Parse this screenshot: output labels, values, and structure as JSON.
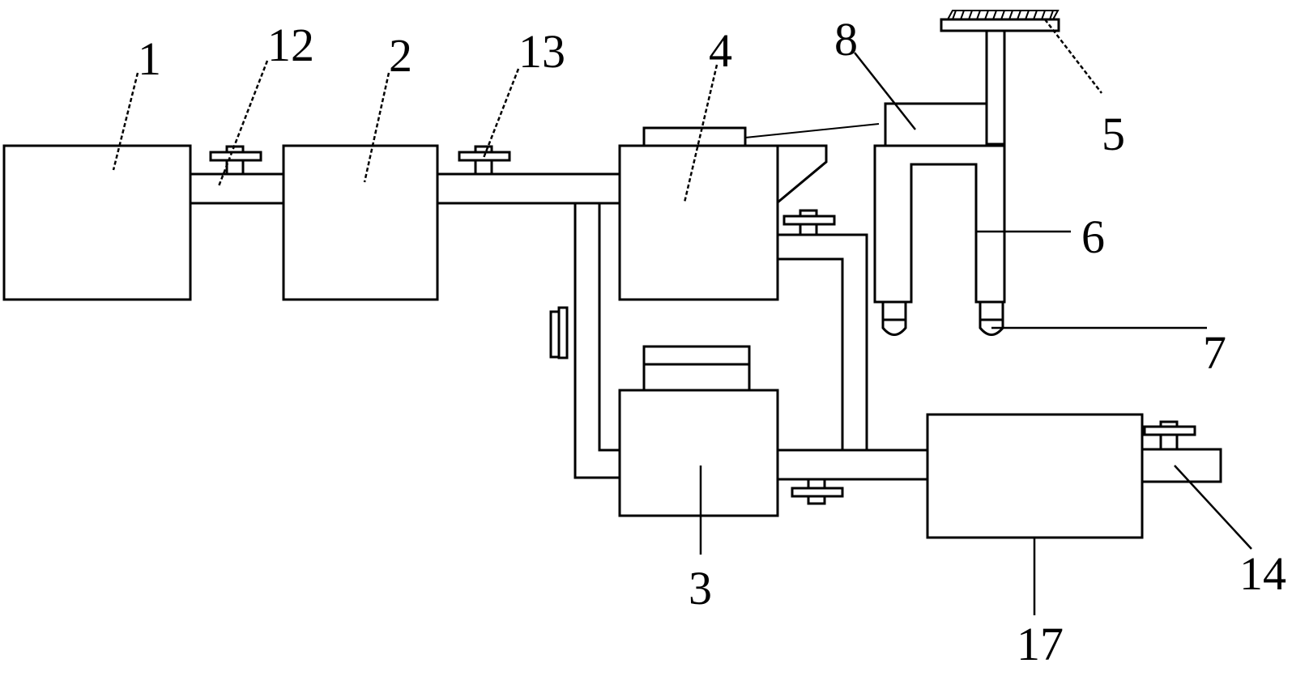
{
  "diagram": {
    "labels": {
      "l1": "1",
      "l2": "2",
      "l3": "3",
      "l4": "4",
      "l5": "5",
      "l6": "6",
      "l7": "7",
      "l8": "8",
      "l12": "12",
      "l13": "13",
      "l14": "14",
      "l17": "17"
    }
  }
}
